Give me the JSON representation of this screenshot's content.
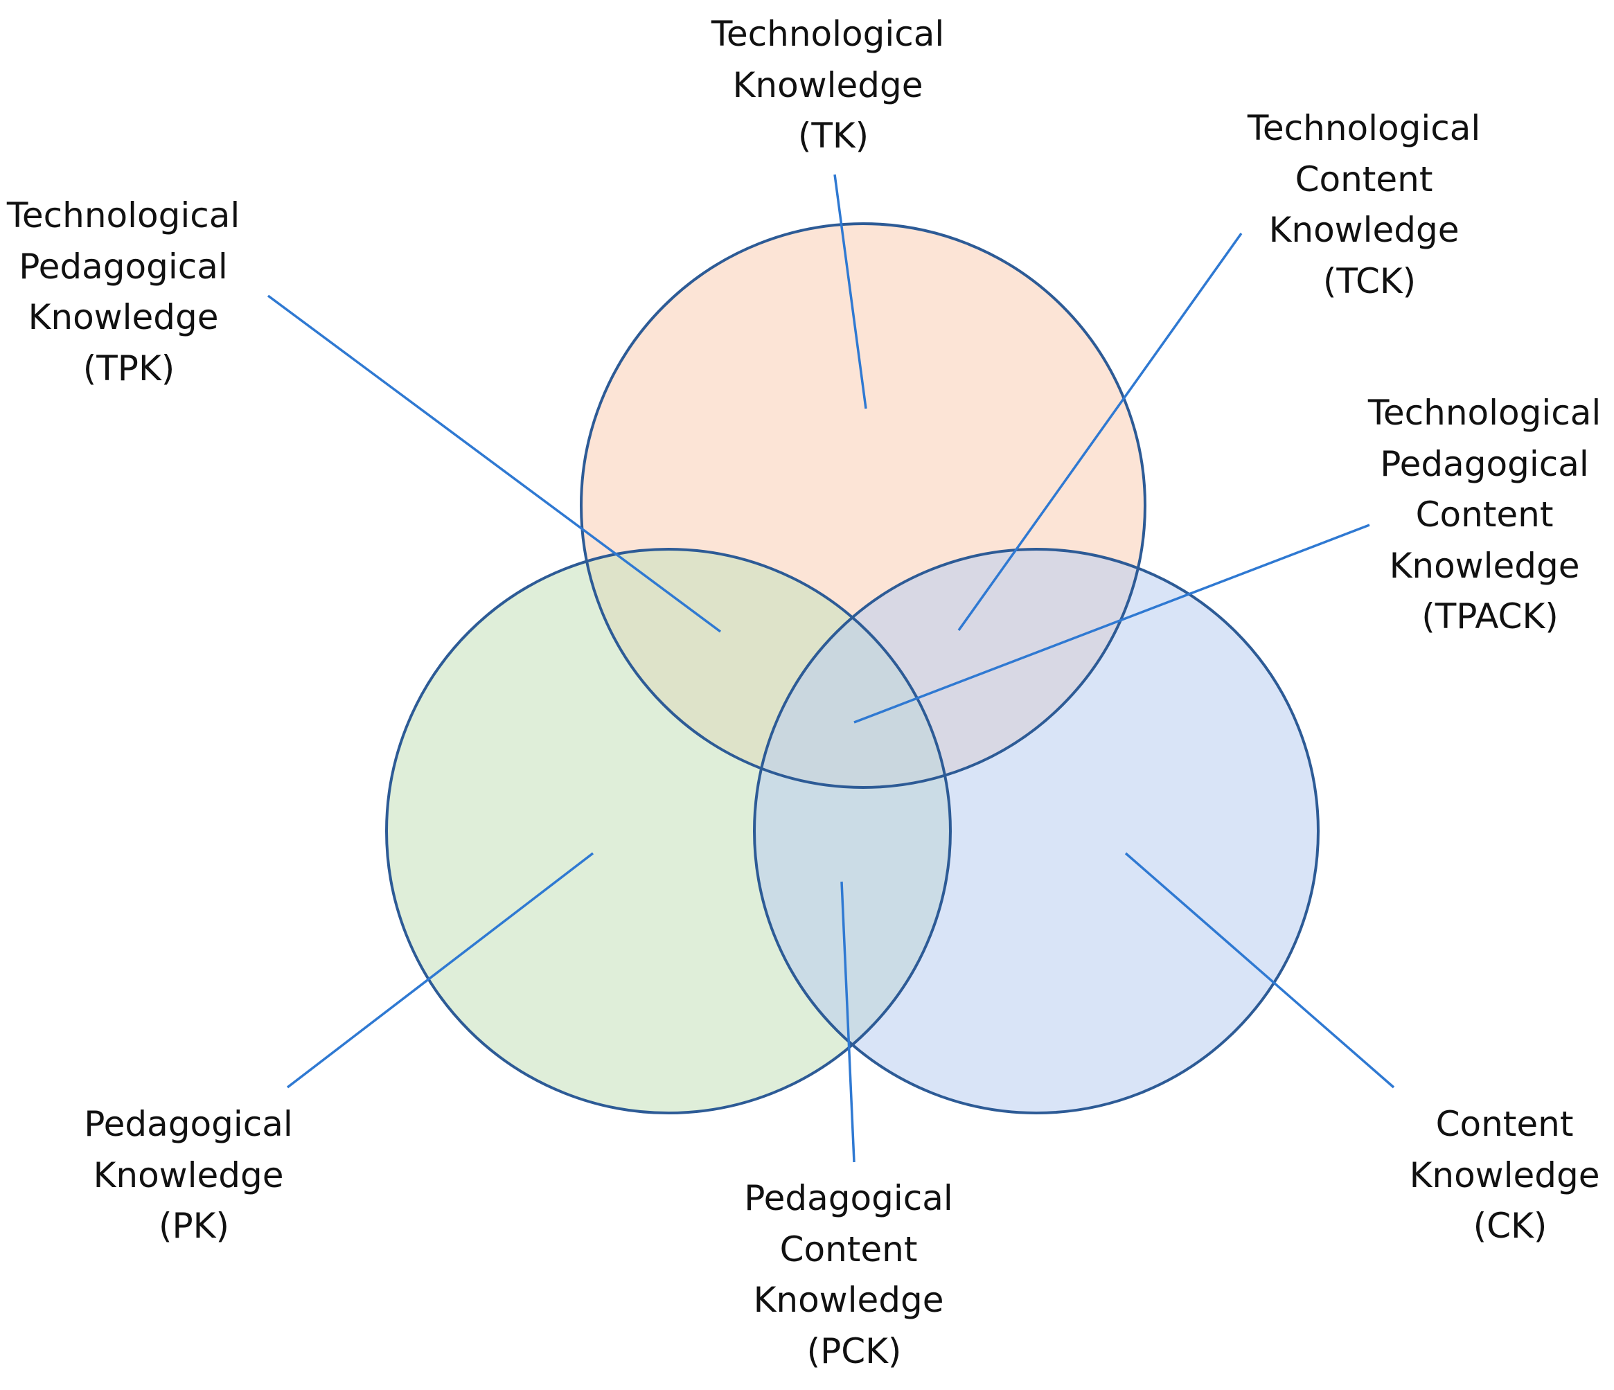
{
  "colors": {
    "tk_fill": "#fbd5c0",
    "pk_fill": "#c9e3c0",
    "ck_fill": "#b9cdf0",
    "outline": "#2d5b96",
    "leader_line": "#2f79d2",
    "text": "#111111"
  },
  "labels": {
    "tk": [
      "Technological",
      "Knowledge",
      "(TK)"
    ],
    "tck": [
      "Technological",
      "Content",
      "Knowledge",
      "(TCK)"
    ],
    "tpk": [
      "Technological",
      "Pedagogical",
      "Knowledge",
      "(TPK)"
    ],
    "tpack": [
      "Technological",
      "Pedagogical",
      "Content",
      "Knowledge",
      "(TPACK)"
    ],
    "pk": [
      "Pedagogical",
      "Knowledge",
      "(PK)"
    ],
    "pck": [
      "Pedagogical",
      "Content",
      "Knowledge",
      "(PCK)"
    ],
    "ck": [
      "Content",
      "Knowledge",
      "(CK)"
    ]
  }
}
